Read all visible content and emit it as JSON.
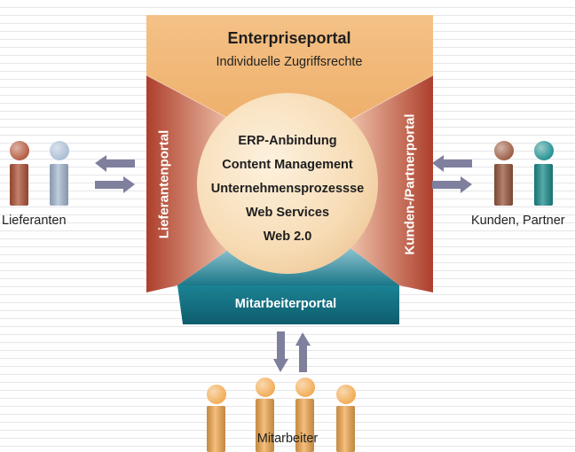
{
  "enterprise_portal": {
    "title": "Enterpriseportal",
    "subtitle": "Individuelle Zugriffsrechte"
  },
  "core_services": [
    "ERP-Anbindung",
    "Content Management",
    "Unternehmensprozessse",
    "Web Services",
    "Web 2.0"
  ],
  "left_portal": "Lieferantenportal",
  "right_portal": "Kunden-/Partnerportal",
  "bottom_portal": "Mitarbeiterportal",
  "suppliers_label": "Lieferanten",
  "customers_label": "Kunden, Partner",
  "employees_label": "Mitarbeiter",
  "colors": {
    "enterprise": "#f1b877",
    "left_portal": "#c0583e",
    "right_portal": "#c45e48",
    "bottom_portal": "#16798a",
    "core": "#f8ddb8",
    "arrow": "#7f7f9e",
    "person_rust": "#b2573c",
    "person_blue": "#a9bdd4",
    "person_brown": "#9a5a40",
    "person_teal": "#1f8f8f",
    "person_orange": "#f2aa52"
  }
}
